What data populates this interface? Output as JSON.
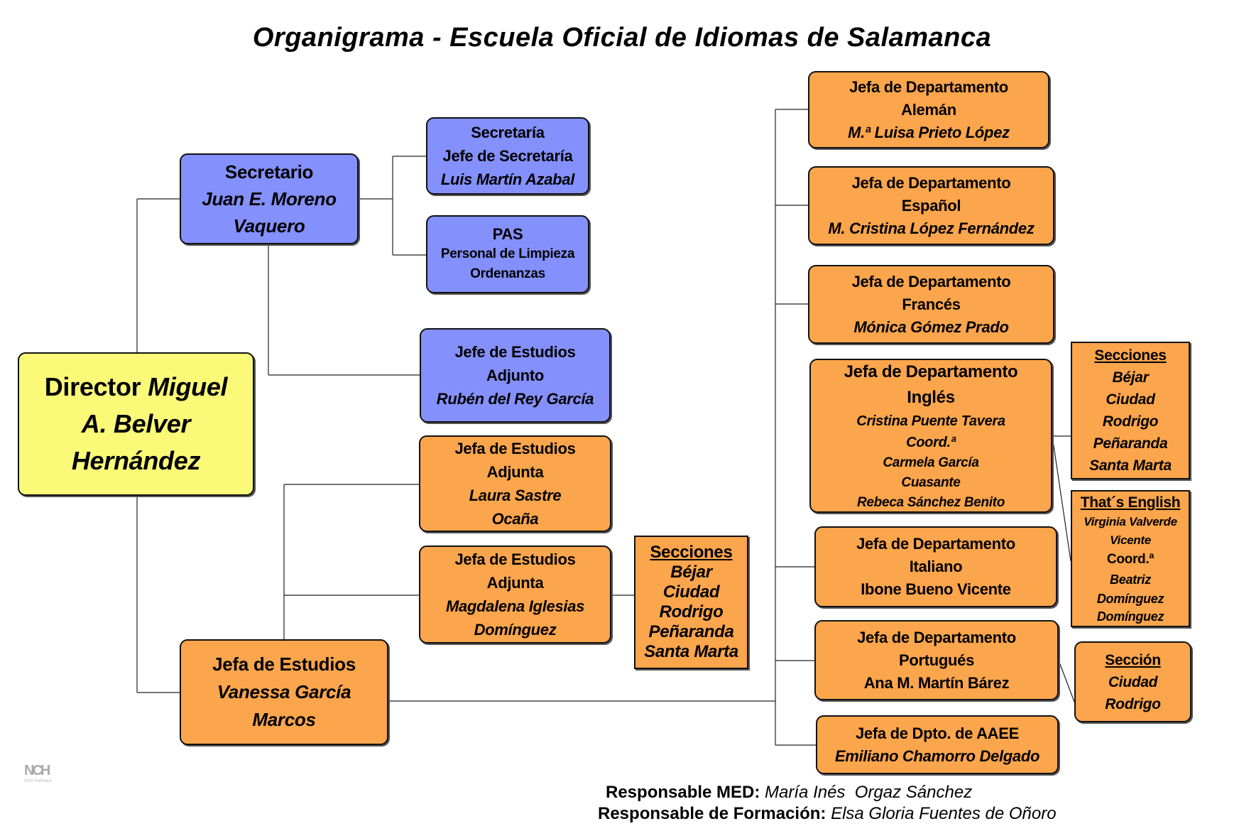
{
  "title": "Organigrama - Escuela Oficial de Idiomas de Salamanca",
  "colors": {
    "blue": "#8490fb",
    "orange": "#fba54c",
    "yellow": "#fafa78"
  },
  "boxes": [
    {
      "id": "director",
      "lines": [
        {
          "t": "Director ",
          "s": "n",
          "join": "Miguel"
        },
        {
          "t": "A. Belver",
          "s": "i"
        },
        {
          "t": "Hernández",
          "s": "i"
        }
      ]
    },
    {
      "id": "secretario",
      "lines": [
        {
          "t": "Secretario",
          "s": "n"
        },
        {
          "t": "Juan E. Moreno",
          "s": "i"
        },
        {
          "t": "Vaquero",
          "s": "i"
        }
      ]
    },
    {
      "id": "secretaria",
      "lines": [
        {
          "t": "Secretaría",
          "s": "n"
        },
        {
          "t": "Jefe de Secretaría",
          "s": "n"
        },
        {
          "t": "Luis Martín Azabal",
          "s": "i"
        }
      ]
    },
    {
      "id": "pas",
      "lines": [
        {
          "t": "PAS",
          "s": "n"
        },
        {
          "t": "Personal de Limpieza",
          "s": "n"
        },
        {
          "t": "Ordenanzas",
          "s": "n"
        }
      ]
    },
    {
      "id": "je-adjunto-ruben",
      "lines": [
        {
          "t": "Jefe de Estudios",
          "s": "n"
        },
        {
          "t": "Adjunto",
          "s": "n"
        },
        {
          "t": "Rubén del Rey García",
          "s": "i"
        }
      ]
    },
    {
      "id": "je-adjunta-laura",
      "lines": [
        {
          "t": "Jefa de Estudios",
          "s": "n"
        },
        {
          "t": "Adjunta",
          "s": "n"
        },
        {
          "t": "Laura Sastre",
          "s": "i"
        },
        {
          "t": "Ocaña",
          "s": "i"
        }
      ]
    },
    {
      "id": "je-adjunta-magdalena",
      "lines": [
        {
          "t": "Jefa de Estudios",
          "s": "n"
        },
        {
          "t": "Adjunta",
          "s": "n"
        },
        {
          "t": "Magdalena Iglesias",
          "s": "i"
        },
        {
          "t": "Domínguez",
          "s": "i"
        }
      ]
    },
    {
      "id": "secciones-estudios",
      "lines": [
        {
          "t": "Secciones",
          "s": "u"
        },
        {
          "t": "Béjar",
          "s": "i"
        },
        {
          "t": "Ciudad",
          "s": "i"
        },
        {
          "t": "Rodrigo",
          "s": "i"
        },
        {
          "t": "Peñaranda",
          "s": "i"
        },
        {
          "t": "Santa Marta",
          "s": "i"
        }
      ]
    },
    {
      "id": "jefa-estudios",
      "lines": [
        {
          "t": "Jefa de Estudios",
          "s": "n"
        },
        {
          "t": "Vanessa García",
          "s": "i"
        },
        {
          "t": "Marcos",
          "s": "i"
        }
      ]
    },
    {
      "id": "dept-aleman",
      "lines": [
        {
          "t": "Jefa de Departamento",
          "s": "n"
        },
        {
          "t": "Alemán",
          "s": "n"
        },
        {
          "t": "M.ª Luisa Prieto López",
          "s": "i"
        }
      ]
    },
    {
      "id": "dept-espanol",
      "lines": [
        {
          "t": "Jefa de Departamento",
          "s": "n"
        },
        {
          "t": "Español",
          "s": "n"
        },
        {
          "t": "M. Cristina López Fernández",
          "s": "i"
        }
      ]
    },
    {
      "id": "dept-frances",
      "lines": [
        {
          "t": "Jefa de Departamento",
          "s": "n"
        },
        {
          "t": "Francés",
          "s": "n"
        },
        {
          "t": "Mónica Gómez Prado",
          "s": "i"
        }
      ]
    },
    {
      "id": "dept-ingles",
      "lines": [
        {
          "t": "Jefa de Departamento",
          "s": "n"
        },
        {
          "t": "Inglés",
          "s": "n"
        },
        {
          "t": "Cristina Puente Tavera",
          "s": "i"
        },
        {
          "t": "Coord.ª",
          "s": "i"
        },
        {
          "t": "Carmela García",
          "s": "i"
        },
        {
          "t": "Cuasante",
          "s": "i"
        },
        {
          "t": "Rebeca Sánchez Benito",
          "s": "i"
        }
      ]
    },
    {
      "id": "secciones-ingles",
      "lines": [
        {
          "t": "Secciones",
          "s": "u"
        },
        {
          "t": "Béjar",
          "s": "i"
        },
        {
          "t": "Ciudad",
          "s": "i"
        },
        {
          "t": "Rodrigo",
          "s": "i"
        },
        {
          "t": "Peñaranda",
          "s": "i"
        },
        {
          "t": "Santa Marta",
          "s": "i"
        }
      ]
    },
    {
      "id": "thats-english",
      "lines": [
        {
          "t": "That´s English",
          "s": "u"
        },
        {
          "t": "Virginia Valverde",
          "s": "i"
        },
        {
          "t": "Vicente",
          "s": "i"
        },
        {
          "t": "Coord.ª",
          "s": "n"
        },
        {
          "t": "Beatriz",
          "s": "i"
        },
        {
          "t": "Domínguez",
          "s": "i"
        },
        {
          "t": "Domínguez",
          "s": "i"
        }
      ]
    },
    {
      "id": "dept-italiano",
      "lines": [
        {
          "t": "Jefa de Departamento",
          "s": "n"
        },
        {
          "t": "Italiano",
          "s": "n"
        },
        {
          "t": "Ibone Bueno Vicente",
          "s": "n"
        }
      ]
    },
    {
      "id": "dept-portugues",
      "lines": [
        {
          "t": "Jefa de Departamento",
          "s": "n"
        },
        {
          "t": "Portugués",
          "s": "n"
        },
        {
          "t": "Ana M. Martín Bárez",
          "s": "n"
        }
      ]
    },
    {
      "id": "seccion-portugues",
      "lines": [
        {
          "t": "Sección",
          "s": "u"
        },
        {
          "t": "Ciudad",
          "s": "i"
        },
        {
          "t": "Rodrigo",
          "s": "i"
        }
      ]
    },
    {
      "id": "dept-aaee",
      "lines": [
        {
          "t": "Jefa de Dpto. de AAEE",
          "s": "n"
        },
        {
          "t": "Emiliano Chamorro Delgado",
          "s": "i"
        }
      ]
    }
  ],
  "footer": {
    "med_label": "Responsable MED:",
    "med_name": "María Inés  Orgaz Sánchez",
    "formacion_label": "Responsable de Formación:",
    "formacion_name": "Elsa Gloria Fuentes de Oñoro"
  },
  "logo": {
    "text": "NCH",
    "sub": "NCH Software"
  }
}
